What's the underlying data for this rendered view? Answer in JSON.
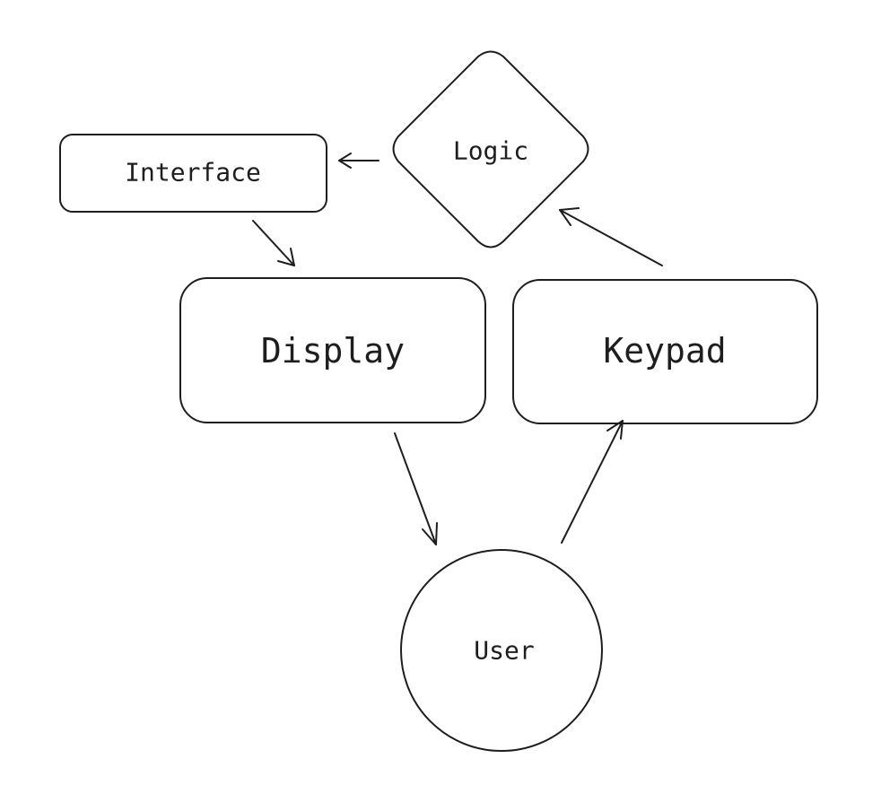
{
  "diagram": {
    "nodes": {
      "interface": {
        "label": "Interface",
        "shape": "rounded-rectangle"
      },
      "logic": {
        "label": "Logic",
        "shape": "diamond"
      },
      "display": {
        "label": "Display",
        "shape": "rounded-rectangle"
      },
      "keypad": {
        "label": "Keypad",
        "shape": "rounded-rectangle"
      },
      "user": {
        "label": "User",
        "shape": "circle"
      }
    },
    "edges": [
      {
        "from": "logic",
        "to": "interface"
      },
      {
        "from": "interface",
        "to": "display"
      },
      {
        "from": "display",
        "to": "user"
      },
      {
        "from": "user",
        "to": "keypad"
      },
      {
        "from": "keypad",
        "to": "logic"
      }
    ],
    "colors": {
      "stroke": "#1e1e1e",
      "fill": "#ffffff",
      "background": "#ffffff"
    },
    "style": "hand-drawn sketch"
  }
}
